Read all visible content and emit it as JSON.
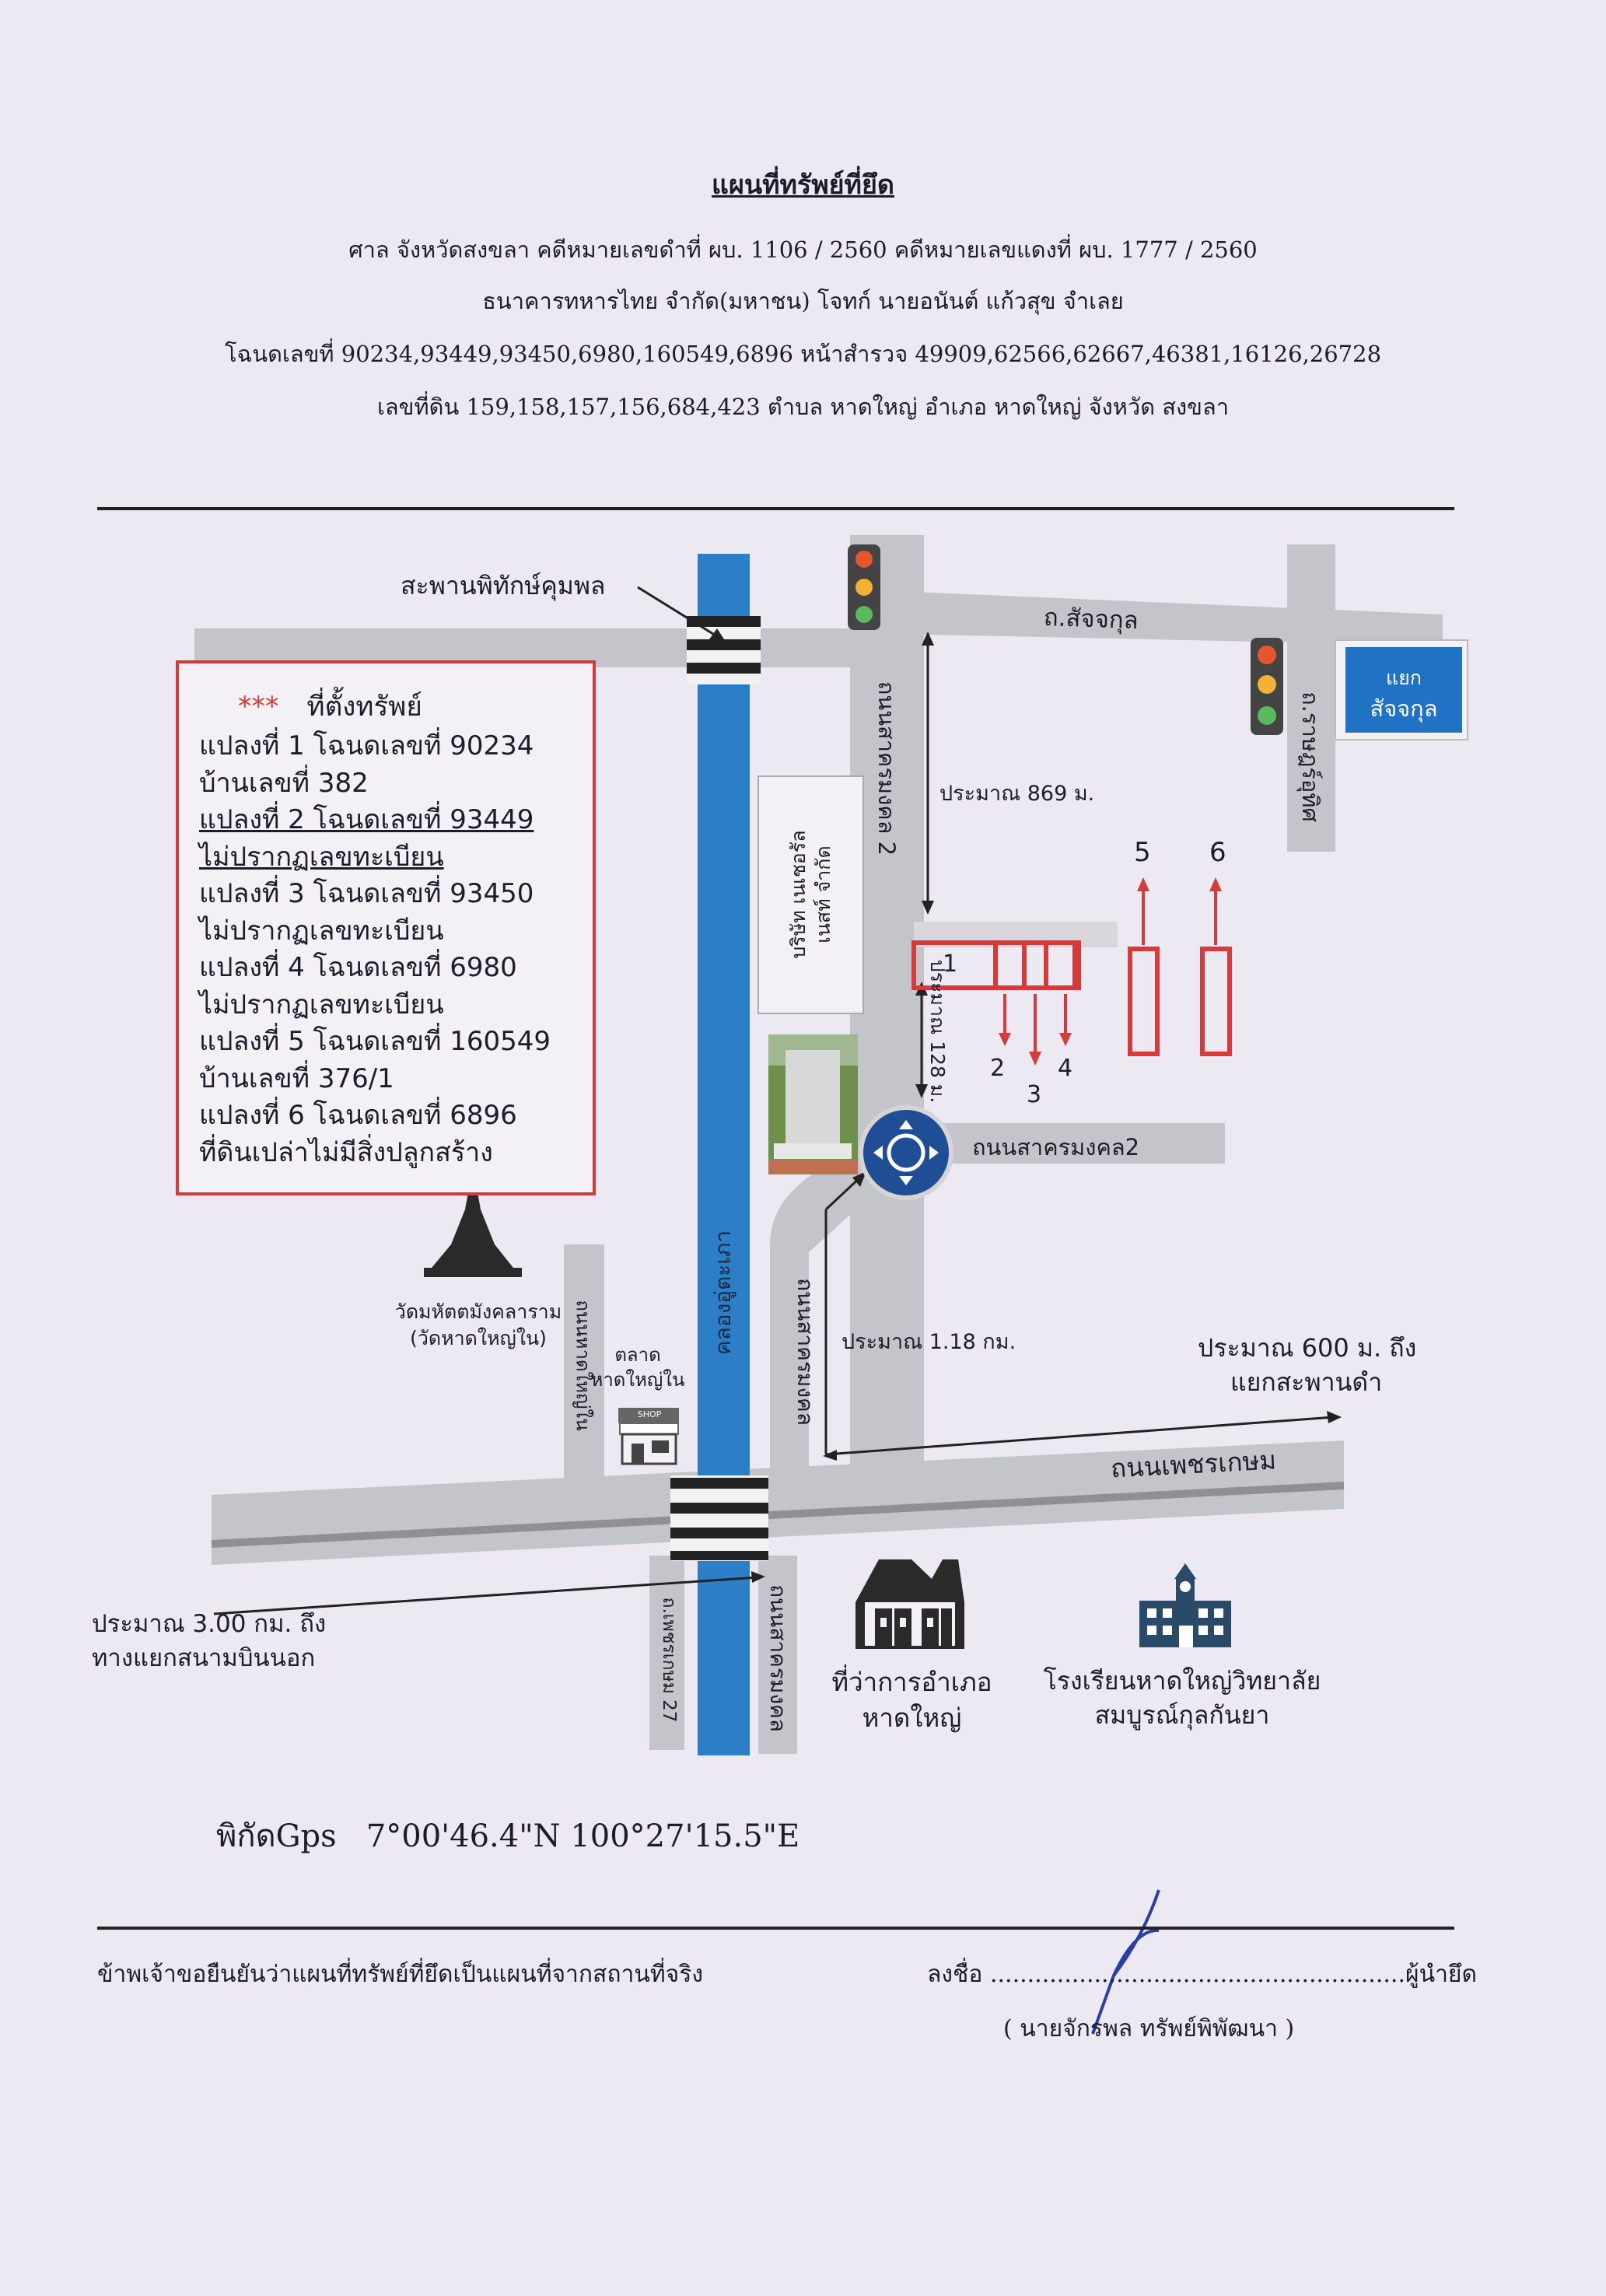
{
  "header": {
    "title": "แผนที่ทรัพย์ที่ยึด",
    "court_line": "ศาล จังหวัดสงขลา คดีหมายเลขดำที่ ผบ. 1106 / 2560 คดีหมายเลขแดงที่ ผบ. 1777 / 2560",
    "parties_line": "ธนาคารทหารไทย จำกัด(มหาชน) โจทก์ นายอนันต์ แก้วสุข จำเลย",
    "deeds_line": "โฉนดเลขที่ 90234,93449,93450,6980,160549,6896 หน้าสำรวจ 49909,62566,62667,46381,16126,26728",
    "land_line": "เลขที่ดิน 159,158,157,156,684,423 ตำบล หาดใหญ่ อำเภอ หาดใหญ่ จังหวัด สงขลา"
  },
  "property_box": {
    "stars": "***",
    "heading": "ที่ตั้งทรัพย์",
    "lines": [
      "แปลงที่ 1 โฉนดเลขที่ 90234",
      "บ้านเลขที่ 382",
      "แปลงที่ 2 โฉนดเลขที่ 93449",
      "ไม่ปรากฏเลขทะเบียน",
      "แปลงที่ 3 โฉนดเลขที่ 93450",
      "ไม่ปรากฏเลขทะเบียน",
      "แปลงที่ 4 โฉนดเลขที่ 6980",
      "ไม่ปรากฏเลขทะเบียน",
      "แปลงที่ 5 โฉนดเลขที่ 160549",
      "บ้านเลขที่ 376/1",
      "แปลงที่ 6 โฉนดเลขที่ 6896",
      "ที่ดินเปล่าไม่มีสิ่งปลูกสร้าง"
    ]
  },
  "map": {
    "bridge_label": "สะพานพิทักษ์คุมพล",
    "road_satchakul": "ถ.สัจจกุล",
    "junction_line1": "แยก",
    "junction_line2": "สัจจกุล",
    "road_ratutit": "ถ.ราษฎร์อุทิศ",
    "road_sakhon2_vertical": "ถนนสาครมงคล 2",
    "company": "บริษัท เนเชอรัล\nเนสท์ จำกัด",
    "dist_869": "ประมาณ 869 ม.",
    "dist_128": "ประมาณ 128 ม.",
    "plot_labels": [
      "1",
      "2",
      "3",
      "4",
      "5",
      "6"
    ],
    "road_sakhon2_horizontal": "ถนนสาครมงคล2",
    "canal": "คลองอู่ตะเภา",
    "temple": "วัดมหัตตมังคลาราม\n(วัดหาดใหญ่ใน)",
    "road_hatyainai": "ถนนหาดใหญ่ใน",
    "market": "ตลาด\nหาดใหญ่ใน",
    "shop_sign": "SHOP",
    "road_sakhon_lower": "ถนนสาครมงคล",
    "dist_118": "ประมาณ 1.18 กม.",
    "dist_600_line1": "ประมาณ 600 ม. ถึง",
    "dist_600_line2": "แยกสะพานดำ",
    "road_phetkasem": "ถนนเพชรเกษม",
    "dist_300_line1": "ประมาณ 3.00 กม. ถึง",
    "dist_300_line2": "ทางแยกสนามบินนอก",
    "road_phetkasem27": "ถ.เพชรเกษม 27",
    "road_sakhon_bottom": "ถนนสาครมงคล",
    "district_office_line1": "ที่ว่าการอำเภอ",
    "district_office_line2": "หาดใหญ่",
    "school_line1": "โรงเรียนหาดใหญ่วิทยาลัย",
    "school_line2": "สมบูรณ์กุลกันยา",
    "school_sign": "SCHOOL"
  },
  "gps": {
    "label": "พิกัดGps",
    "value": "7°00'46.4\"N 100°27'15.5\"E"
  },
  "footer": {
    "statement": "ข้าพเจ้าขอยืนยันว่าแผนที่ทรัพย์ที่ยึดเป็นแผนที่จากสถานที่จริง",
    "sign_label": "ลงชื่อ",
    "sign_dots": "........................................................",
    "sign_role": "ผู้นำยึด",
    "signer": "( นายจักรพล ทรัพย์พิพัฒนา )"
  },
  "colors": {
    "road": "#c4c5ca",
    "canal": "#2c7ec7",
    "plot_red": "#d63a3a",
    "junction_blue": "#1f72c4",
    "roundabout": "#1f4e96",
    "page": "#ece9f2"
  }
}
